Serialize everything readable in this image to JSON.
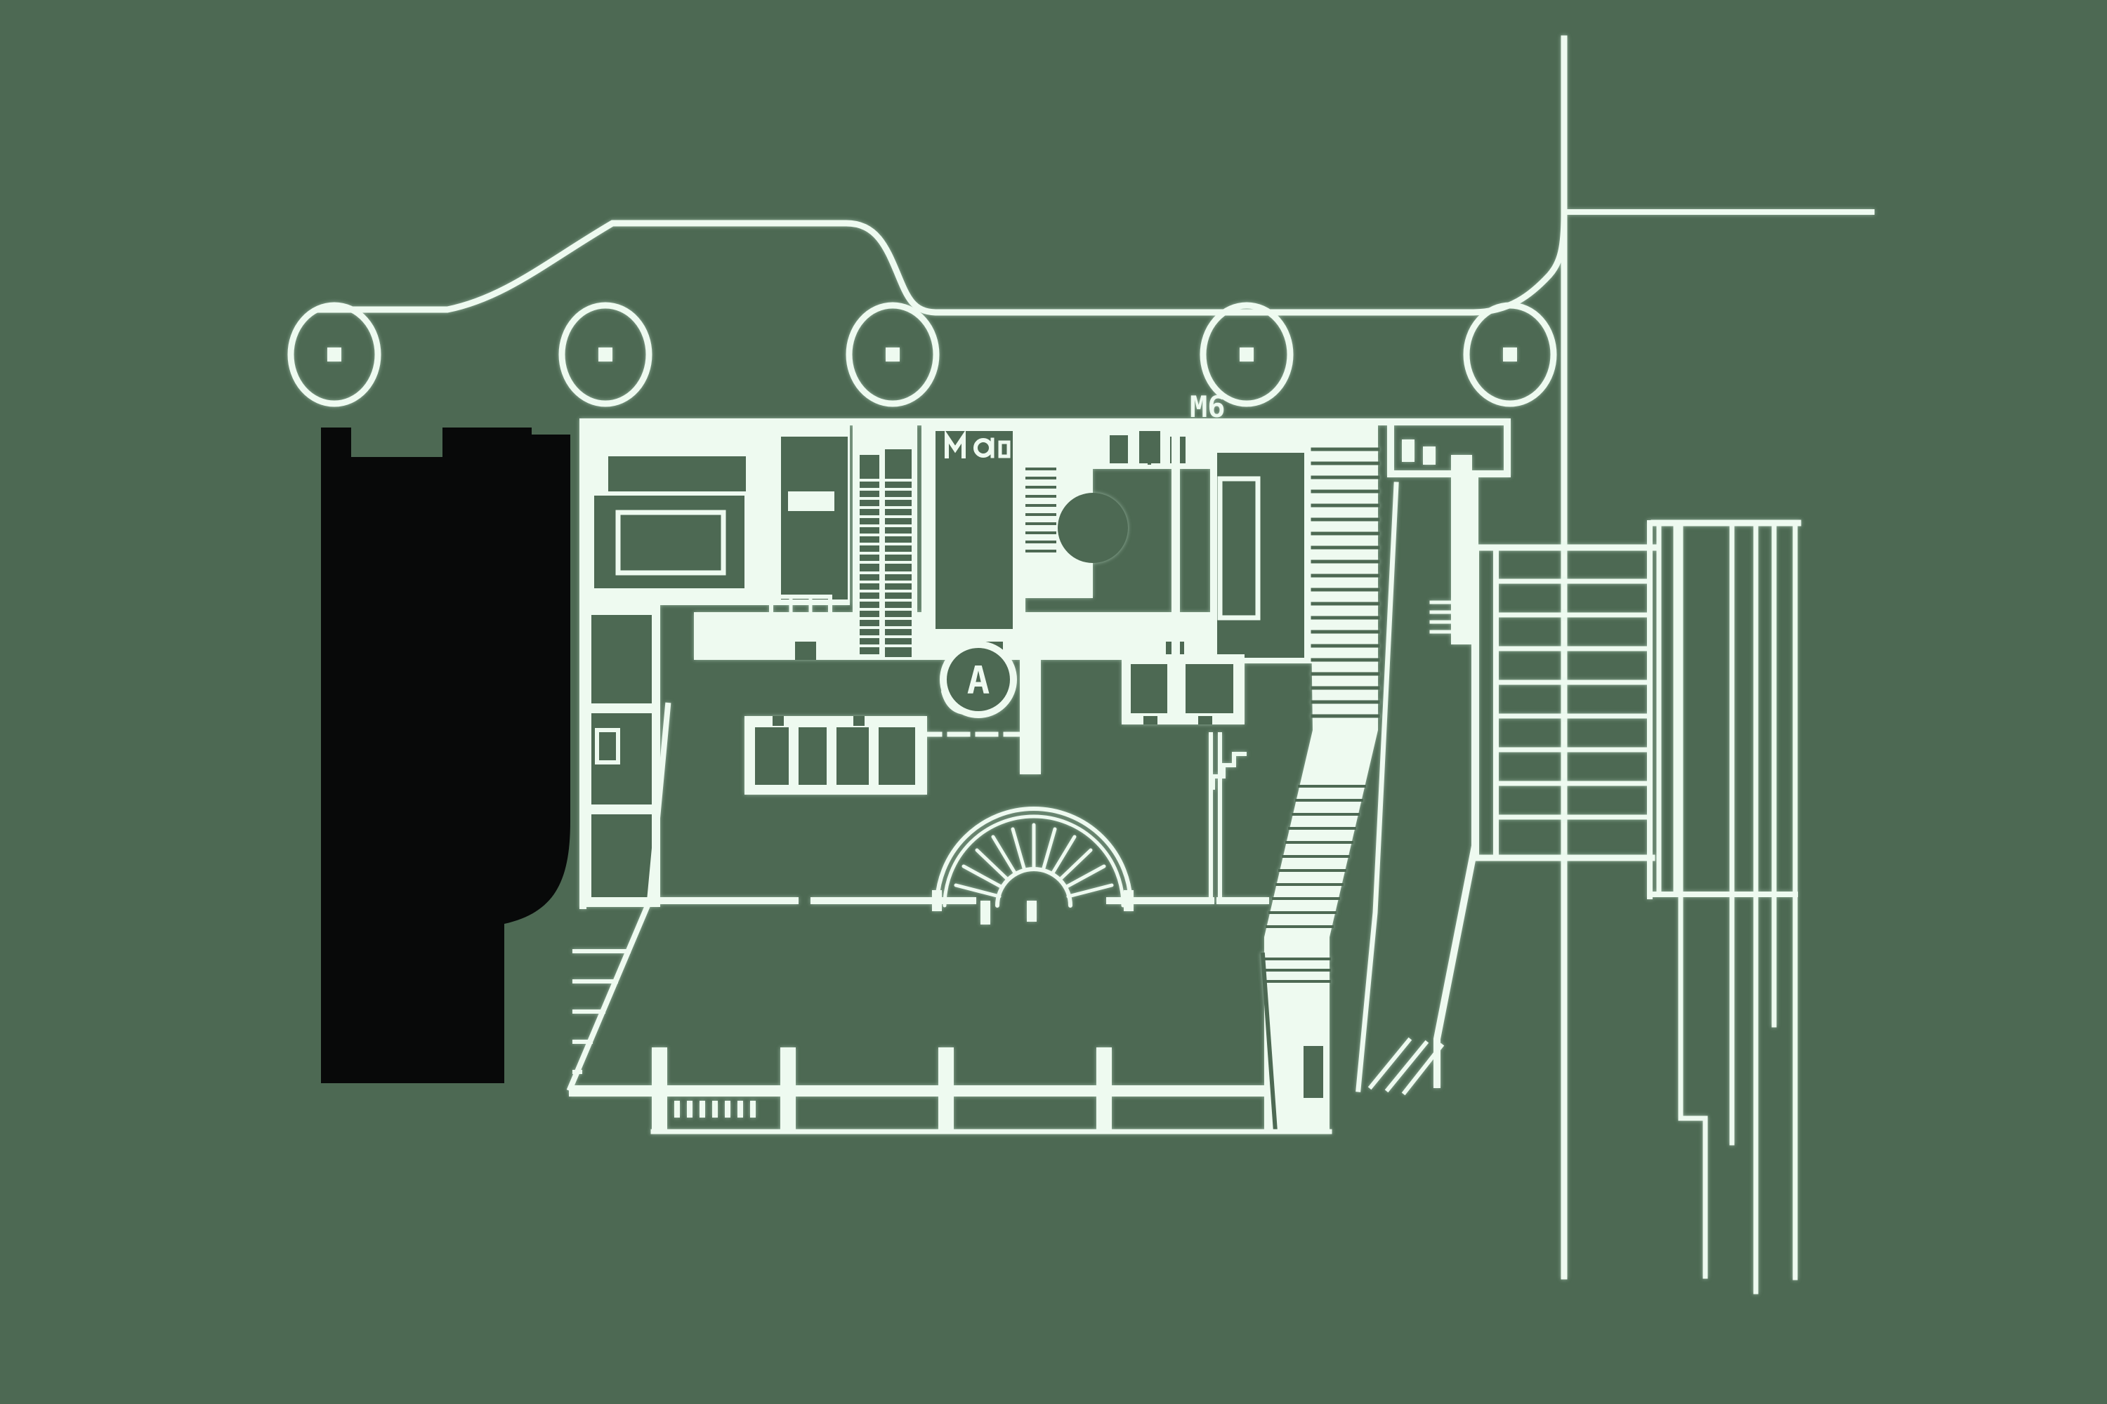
{
  "theme": {
    "bg": "#4d6953",
    "line": "#eefaf0",
    "mass": "#080909"
  },
  "labels": {
    "grid_label": "M6",
    "column_label": "A"
  },
  "site": {
    "tree_circle_count": 5
  }
}
